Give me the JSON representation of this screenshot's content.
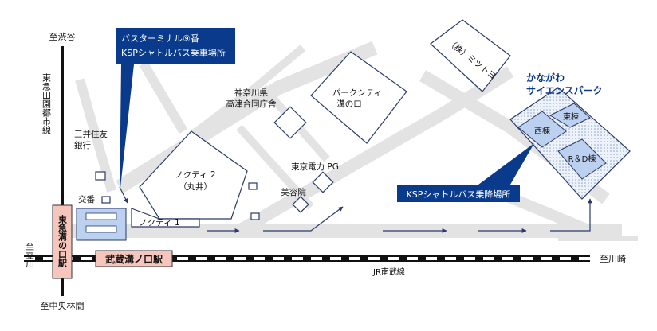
{
  "labels": {
    "to_shibuya": "至渋谷",
    "tokyu_den_en_toshi_line": "東急田園都市線",
    "to_chuo_rinkan": "至中央林間",
    "to_tachikawa": "至立川",
    "to_kawasaki": "至川崎",
    "jr_nambu_line": "JR南武線",
    "mizonokuchi_station": "東急溝の口駅",
    "musashi_mizonokuchi_station": "武蔵溝ノ口駅",
    "bus_terminal_line1": "バスターミナル⑨番",
    "bus_terminal_line2": "KSPシャトルバス乗車場所",
    "ksp_dropoff": "KSPシャトルバス乗降場所",
    "mitsui_sumitomo_l1": "三井住友",
    "mitsui_sumitomo_l2": "銀行",
    "koban": "交番",
    "nocty2_l1": "ノクティ 2",
    "nocty2_l2": "（丸井）",
    "nocty1": "ノクティ 1",
    "kanagawa_office_l1": "神奈川県",
    "kanagawa_office_l2": "高津合同庁舎",
    "park_city_l1": "パークシティ",
    "park_city_l2": "溝の口",
    "tepco": "東京電力 PG",
    "beauty_salon": "美容院",
    "mitutoyo": "（株）ミツトヨ",
    "ksp_l1": "かながわ",
    "ksp_l2": "サイエンスパーク",
    "west_building": "西棟",
    "east_building": "東棟",
    "rd_building": "R＆D棟"
  },
  "colors": {
    "road": "#e3e3e3",
    "building_outline": "#2a3a6b",
    "accent_blue": "#0a3a8c",
    "light_blue": "#bcd0f0",
    "station_pink": "#f6c5bb"
  }
}
